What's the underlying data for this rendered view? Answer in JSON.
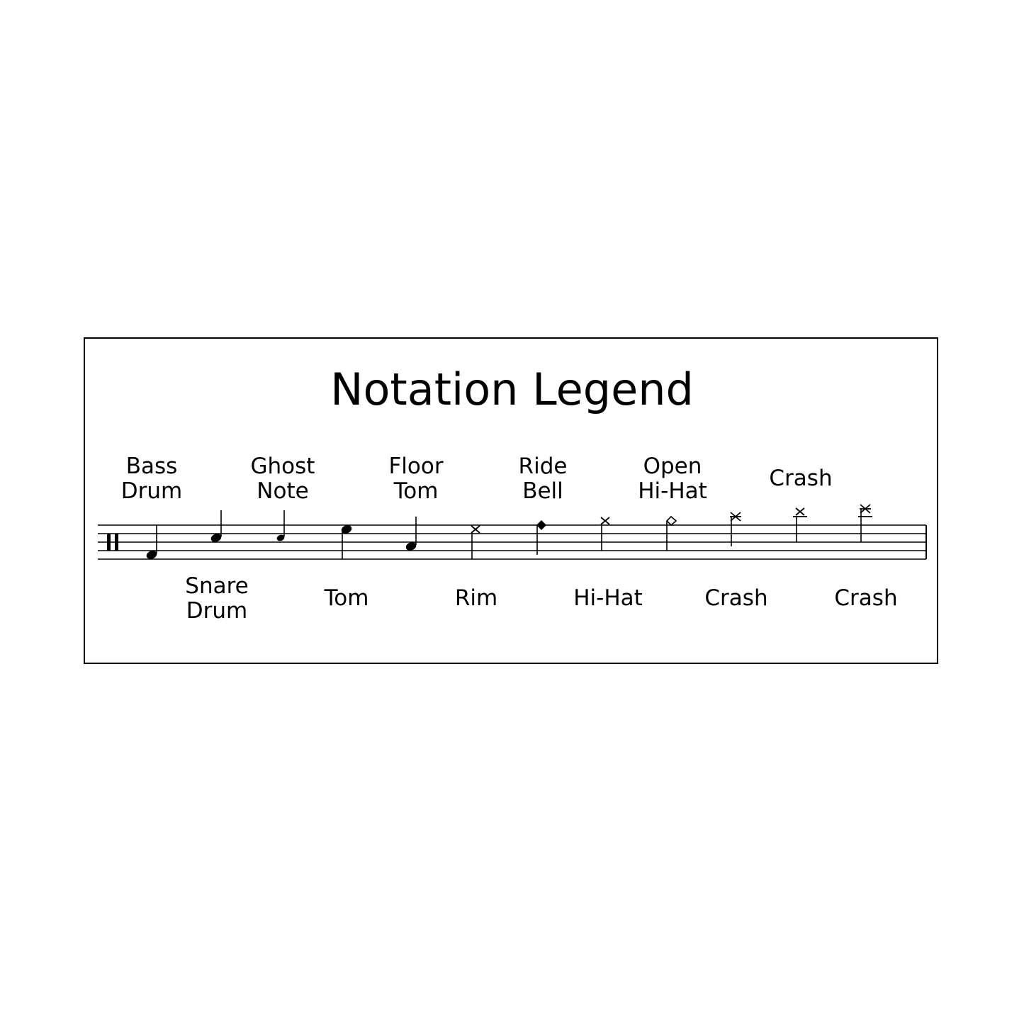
{
  "title": "Notation Legend",
  "top_labels": [
    {
      "line1": "Bass",
      "line2": "Drum"
    },
    {
      "line1": "Ghost",
      "line2": "Note"
    },
    {
      "line1": "Floor",
      "line2": "Tom"
    },
    {
      "line1": "Ride",
      "line2": "Bell"
    },
    {
      "line1": "Open",
      "line2": "Hi-Hat"
    },
    {
      "line1": "Crash",
      "line2": ""
    }
  ],
  "bottom_labels": [
    {
      "line1": "Snare",
      "line2": "Drum"
    },
    {
      "line1": "Tom",
      "line2": ""
    },
    {
      "line1": "Rim",
      "line2": ""
    },
    {
      "line1": "Hi-Hat",
      "line2": ""
    },
    {
      "line1": "Crash",
      "line2": ""
    },
    {
      "line1": "Crash",
      "line2": ""
    }
  ],
  "notes": [
    {
      "name": "bass-drum",
      "notehead": "filled"
    },
    {
      "name": "snare-drum",
      "notehead": "filled"
    },
    {
      "name": "ghost-note",
      "notehead": "filled-small"
    },
    {
      "name": "tom",
      "notehead": "filled"
    },
    {
      "name": "floor-tom",
      "notehead": "filled"
    },
    {
      "name": "rim",
      "notehead": "x"
    },
    {
      "name": "ride-bell",
      "notehead": "diamond-filled"
    },
    {
      "name": "hi-hat",
      "notehead": "x"
    },
    {
      "name": "open-hi-hat",
      "notehead": "diamond-open"
    },
    {
      "name": "crash",
      "notehead": "asterisk"
    },
    {
      "name": "crash",
      "notehead": "x-ledger"
    },
    {
      "name": "crash",
      "notehead": "asterisk-ledger"
    }
  ]
}
